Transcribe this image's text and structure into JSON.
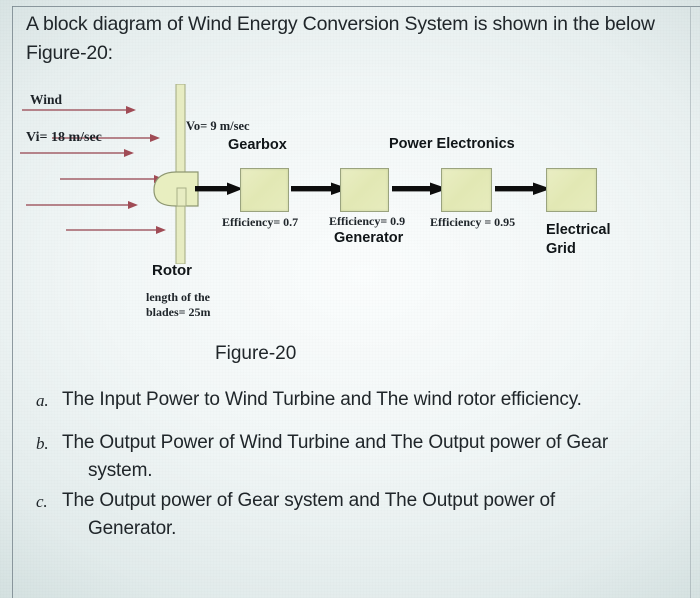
{
  "intro": {
    "line1": "A block diagram of Wind Energy Conversion System is shown in the below",
    "line2": "Figure-20:"
  },
  "diagram": {
    "wind_label": "Wind",
    "vi_label": "Vi= 18 m/sec",
    "vo_label": "Vo= 9 m/sec",
    "rotor_label": "Rotor",
    "blade_note_line1": "length of the",
    "blade_note_line2": "blades= 25m",
    "arrow_color": "#9d5a62",
    "block_fill": "#e4e9b8",
    "block_stroke": "#9aa37e",
    "flow_arrow_color": "#111111",
    "blocks": [
      {
        "name": "gearbox",
        "label": "Gearbox",
        "efficiency": "Efficiency= 0.7"
      },
      {
        "name": "generator",
        "label": "Generator",
        "efficiency": "Efficiency= 0.9"
      },
      {
        "name": "power-electronics",
        "label": "Power Electronics",
        "efficiency": "Efficiency = 0.95"
      },
      {
        "name": "electrical-grid",
        "label_line1": "Electrical",
        "label_line2": "Grid",
        "efficiency": ""
      }
    ]
  },
  "caption": "Figure-20",
  "questions": [
    {
      "marker": "a.",
      "text": "The Input Power to Wind Turbine and The wind rotor efficiency.",
      "cont": ""
    },
    {
      "marker": "b.",
      "text": "The Output Power of Wind Turbine and The Output power of Gear",
      "cont": "system."
    },
    {
      "marker": "c.",
      "text": "The Output power of Gear system and The Output power of",
      "cont": "Generator."
    }
  ]
}
